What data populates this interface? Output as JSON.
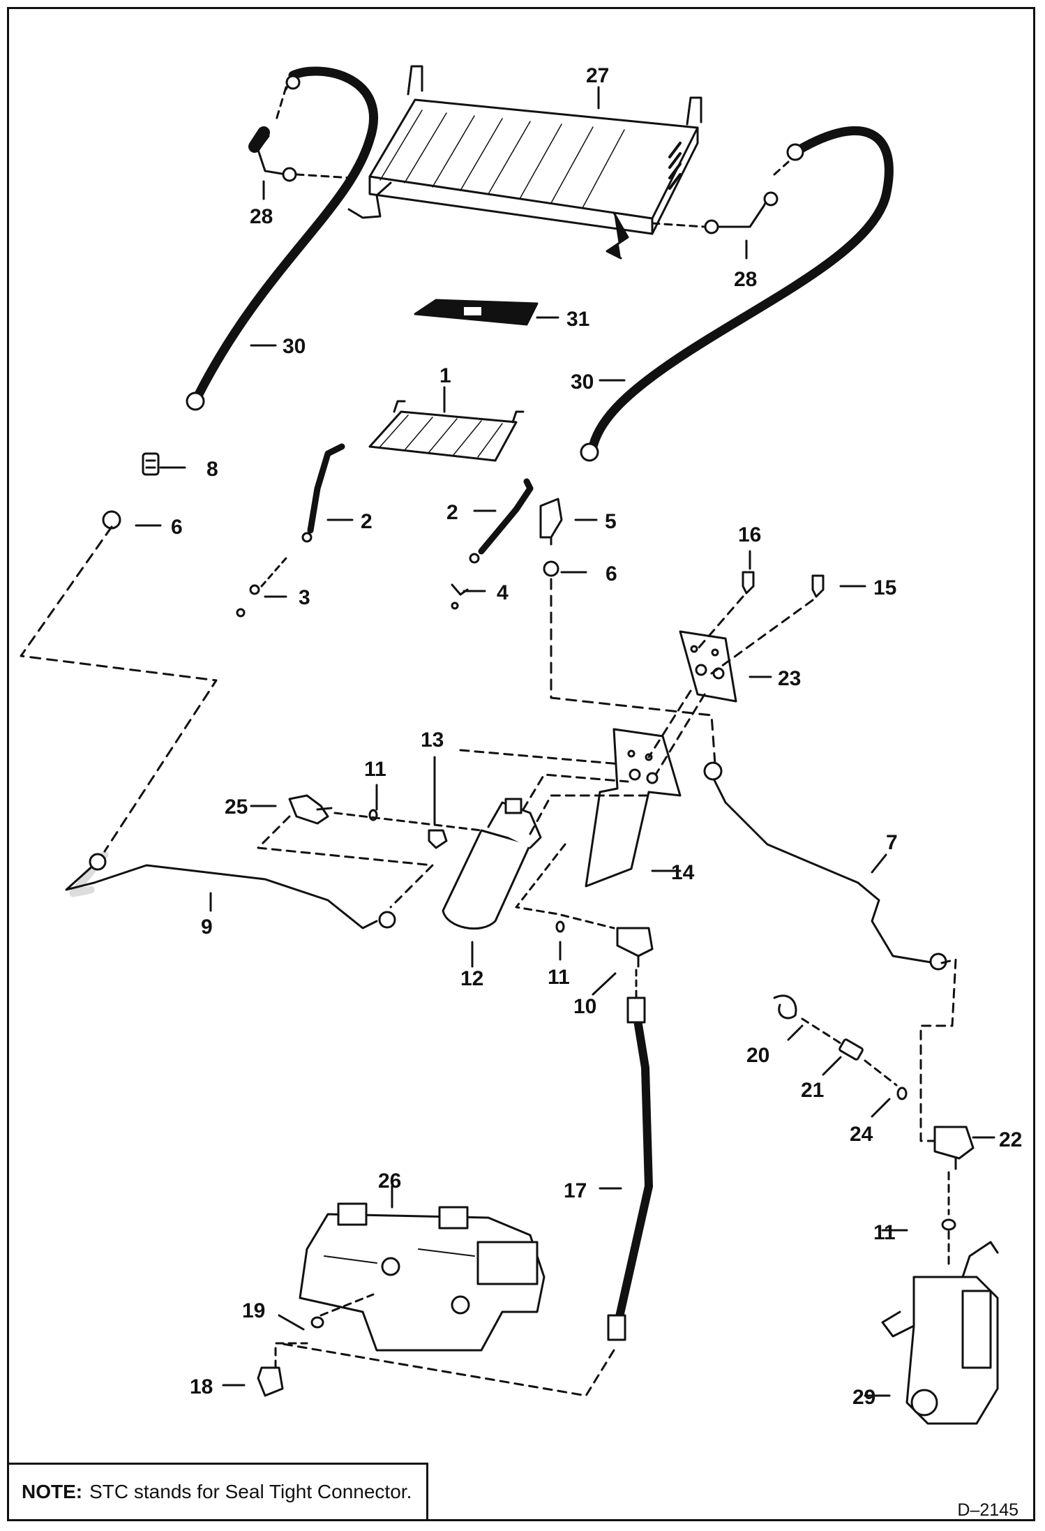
{
  "callouts": [
    {
      "id": "c1",
      "text": "1"
    },
    {
      "id": "c2a",
      "text": "2"
    },
    {
      "id": "c2b",
      "text": "2"
    },
    {
      "id": "c3",
      "text": "3"
    },
    {
      "id": "c4",
      "text": "4"
    },
    {
      "id": "c5",
      "text": "5"
    },
    {
      "id": "c6a",
      "text": "6"
    },
    {
      "id": "c6b",
      "text": "6"
    },
    {
      "id": "c7",
      "text": "7"
    },
    {
      "id": "c8",
      "text": "8"
    },
    {
      "id": "c9",
      "text": "9"
    },
    {
      "id": "c10",
      "text": "10"
    },
    {
      "id": "c11a",
      "text": "11"
    },
    {
      "id": "c11b",
      "text": "11"
    },
    {
      "id": "c11c",
      "text": "11"
    },
    {
      "id": "c12",
      "text": "12"
    },
    {
      "id": "c13",
      "text": "13"
    },
    {
      "id": "c14",
      "text": "14"
    },
    {
      "id": "c15",
      "text": "15"
    },
    {
      "id": "c16",
      "text": "16"
    },
    {
      "id": "c17",
      "text": "17"
    },
    {
      "id": "c18",
      "text": "18"
    },
    {
      "id": "c19",
      "text": "19"
    },
    {
      "id": "c20",
      "text": "20"
    },
    {
      "id": "c21",
      "text": "21"
    },
    {
      "id": "c22",
      "text": "22"
    },
    {
      "id": "c23",
      "text": "23"
    },
    {
      "id": "c24",
      "text": "24"
    },
    {
      "id": "c25",
      "text": "25"
    },
    {
      "id": "c26",
      "text": "26"
    },
    {
      "id": "c27",
      "text": "27"
    },
    {
      "id": "c28a",
      "text": "28"
    },
    {
      "id": "c28b",
      "text": "28"
    },
    {
      "id": "c29",
      "text": "29"
    },
    {
      "id": "c30a",
      "text": "30"
    },
    {
      "id": "c30b",
      "text": "30"
    },
    {
      "id": "c31",
      "text": "31"
    }
  ],
  "note": {
    "label": "NOTE:",
    "text": "STC stands for Seal Tight Connector."
  },
  "drawing_number": "D–2145"
}
